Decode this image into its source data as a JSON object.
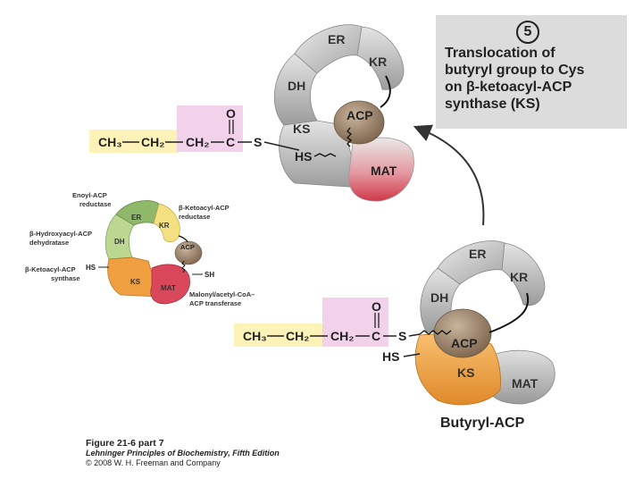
{
  "step": {
    "number": "5",
    "lines": [
      "Translocation of",
      "butyryl group to Cys",
      "on β-ketoacyl-ACP",
      "synthase (KS)"
    ]
  },
  "domains": {
    "er": "ER",
    "kr": "KR",
    "dh": "DH",
    "ks": "KS",
    "mat": "MAT",
    "acp": "ACP",
    "hs": "HS",
    "sh": "SH",
    "s": "S"
  },
  "chain_top": [
    "CH₃",
    "CH₂",
    "CH₂",
    "C",
    "O"
  ],
  "chain_bottom": [
    "CH₃",
    "CH₂",
    "CH₂",
    "C",
    "O"
  ],
  "inset_labels": {
    "enoyl": [
      "Enoyl-ACP",
      "reductase"
    ],
    "ketoacyl_red": [
      "β-Ketoacyl-ACP",
      "reductase"
    ],
    "hydroxyacyl": [
      "β-Hydroxyacyl-ACP",
      "dehydratase"
    ],
    "ketoacyl_syn": [
      "β-Ketoacyl-ACP",
      "synthase"
    ],
    "malonyl": [
      "Malonyl/acetyl-CoA–",
      "ACP transferase"
    ]
  },
  "product_label": "Butyryl-ACP",
  "caption": {
    "title": "Figure 21-6 part 7",
    "book": "Lehninger Principles of Biochemistry, Fifth Edition",
    "copyright": "© 2008 W. H. Freeman and Company"
  },
  "colors": {
    "gray_domain": "#b8b8b8",
    "ks_orange": "#f0a040",
    "mat_red": "#d8485a",
    "acp_brown": "#9a8066",
    "chain_yellow": "#fdf3b8",
    "chain_pink": "#f2d2ea",
    "er_green": "#8fb86a",
    "kr_yellow": "#f4e080",
    "dh_lightgreen": "#bcd890"
  }
}
